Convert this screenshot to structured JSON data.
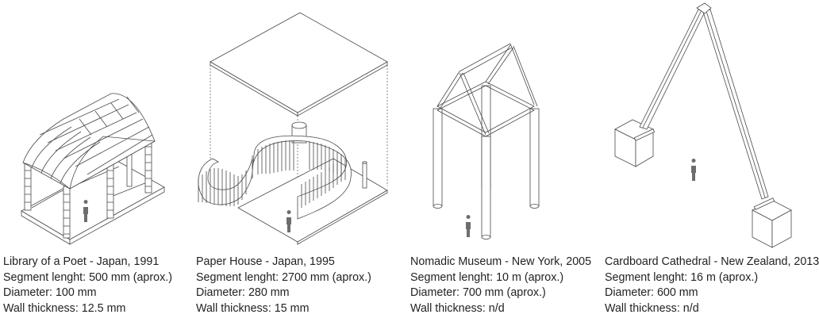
{
  "figures": [
    {
      "id": "library-of-a-poet",
      "title": "Library of a Poet - Japan, 1991",
      "segment_length": "Segment lenght: 500 mm (aprox.)",
      "diameter": "Diameter: 100 mm",
      "wall_thickness": "Wall thickness: 12.5 mm"
    },
    {
      "id": "paper-house",
      "title": "Paper House - Japan, 1995",
      "segment_length": "Segment lenght: 2700 mm (aprox.)",
      "diameter": "Diameter: 280 mm",
      "wall_thickness": "Wall thickness: 15 mm"
    },
    {
      "id": "nomadic-museum",
      "title": "Nomadic Museum - New York, 2005",
      "segment_length": "Segment lenght: 10 m (aprox.)",
      "diameter": "Diameter: 700 mm (aprox.)",
      "wall_thickness": "Wall thickness: n/d"
    },
    {
      "id": "cardboard-cathedral",
      "title": "Cardboard Cathedral - New Zealand, 2013",
      "segment_length": "Segment lenght: 16 m (aprox.)",
      "diameter": "Diameter: 600 mm",
      "wall_thickness": "Wall thickness: n/d"
    }
  ],
  "icons": {
    "scale_figure": "human-silhouette-icon"
  },
  "colors": {
    "background": "#ffffff",
    "line": "#4a4a4a",
    "text": "#222222",
    "person": "#6d6d6d"
  }
}
